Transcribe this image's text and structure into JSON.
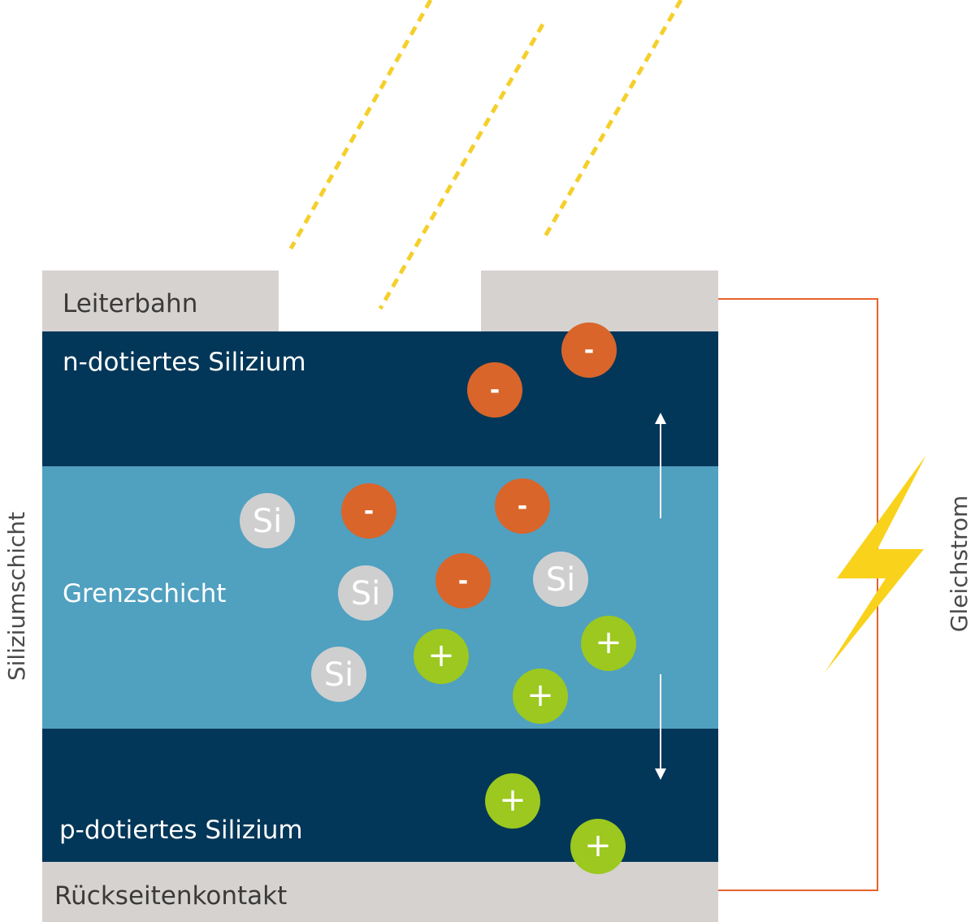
{
  "layers": {
    "conductor": "Leiterbahn",
    "n_silicon": "n-dotiertes Silizium",
    "junction": "Grenzschicht",
    "p_silicon": "p-dotiertes Silizium",
    "back_contact": "Rückseitenkontakt"
  },
  "side_labels": {
    "silicon_layer": "Siliziumschicht",
    "direct_current": "Gleichstrom"
  },
  "particles": {
    "silicon_symbol": "Si",
    "electron_symbol": "-",
    "hole_symbol": "+"
  },
  "colors": {
    "contact_gray": "#d6d2cf",
    "doped_dark_blue": "#033759",
    "junction_blue": "#50a0c0",
    "electron_orange": "#d9652a",
    "hole_green": "#9cc81f",
    "silicon_gray": "#cfcfcf",
    "sunlight_yellow": "#f5cf2a",
    "lightning_yellow": "#f9d21c",
    "circuit_orange": "#e8632a"
  },
  "icons": [
    "sun-ray",
    "lightning-bolt-icon",
    "arrow-up-icon",
    "arrow-down-icon"
  ]
}
